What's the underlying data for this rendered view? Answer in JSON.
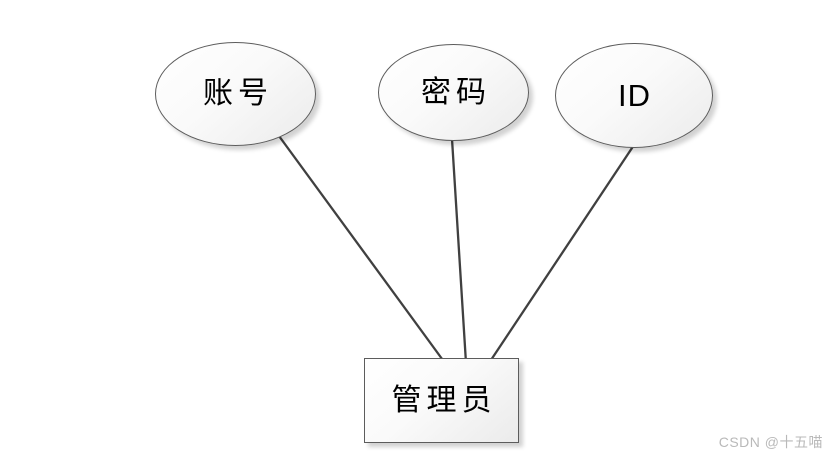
{
  "diagram": {
    "kind": "er-attribute-diagram",
    "attributes": [
      {
        "label": "账号"
      },
      {
        "label": "密码"
      },
      {
        "label": "ID"
      }
    ],
    "entity": {
      "label": "管理员"
    },
    "connections": [
      {
        "from": "账号",
        "to": "管理员"
      },
      {
        "from": "密码",
        "to": "管理员"
      },
      {
        "from": "ID",
        "to": "管理员"
      }
    ],
    "watermark": "CSDN @十五喵",
    "colors": {
      "background": "#ffffff",
      "connector_line": "#404040",
      "shape_border": "#5c5c5c",
      "shape_fill_top": "#ffffff",
      "shape_fill_bottom": "#ebebeb",
      "label_text": "#000000",
      "watermark_text": "#b9b9b9"
    }
  }
}
